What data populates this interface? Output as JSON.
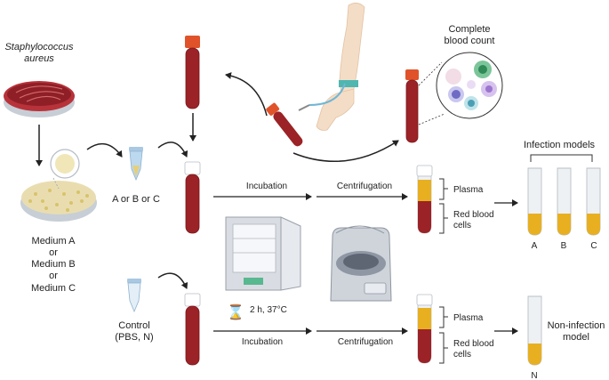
{
  "labels": {
    "bacterium_line1": "Staphylococcus",
    "bacterium_line2": "aureus",
    "medium_line1": "Medium A",
    "medium_line2": "or",
    "medium_line3": "Medium B",
    "medium_line4": "or",
    "medium_line5": "Medium C",
    "abc": "A or B or C",
    "control_line1": "Control",
    "control_line2": "(PBS, N)",
    "cbc_line1": "Complete",
    "cbc_line2": "blood count",
    "incubation_top": "Incubation",
    "centrifugation_top": "Centrifugation",
    "incubation_bottom": "Incubation",
    "centrifugation_bottom": "Centrifugation",
    "timer": "2 h, 37°C",
    "plasma_top": "Plasma",
    "rbc_top_line1": "Red blood",
    "rbc_top_line2": "cells",
    "plasma_bottom": "Plasma",
    "rbc_bottom_line1": "Red blood",
    "rbc_bottom_line2": "cells",
    "infection_models": "Infection models",
    "tube_a": "A",
    "tube_b": "B",
    "tube_c": "C",
    "noninfection_line1": "Non-infection",
    "noninfection_line2": "model",
    "tube_n": "N"
  },
  "colors": {
    "blood": "#9b2226",
    "plasma": "#e8b020",
    "cap": "#e0532a",
    "tube_glass": "#eef1f4",
    "dish": "#c7ced6",
    "agar": "#e9ddb0",
    "culture": "#b8323a",
    "arrow": "#222222",
    "incubator": "#d9dde3",
    "centrifuge": "#cfd4db",
    "skin": "#f4ddc6",
    "eppendorf": "#bcd9ef"
  },
  "icons": [
    "petri-dish-icon",
    "agar-plate-icon",
    "microtube-icon",
    "blood-tube-icon",
    "arm-blood-draw-icon",
    "blood-cells-icon",
    "incubator-icon",
    "centrifuge-icon",
    "hourglass-icon",
    "separated-blood-tube-icon",
    "plasma-tube-icon"
  ]
}
